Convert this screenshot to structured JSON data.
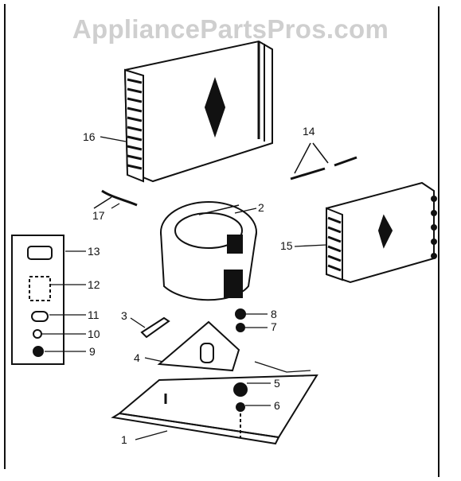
{
  "watermark": "AppliancePartsPros.com",
  "callouts": [
    "1",
    "2",
    "3",
    "4",
    "5",
    "6",
    "7",
    "8",
    "9",
    "10",
    "11",
    "12",
    "13",
    "14",
    "15",
    "16",
    "17"
  ],
  "colors": {
    "ink": "#111111",
    "watermark": "#cfcfcf",
    "paper": "#ffffff"
  }
}
